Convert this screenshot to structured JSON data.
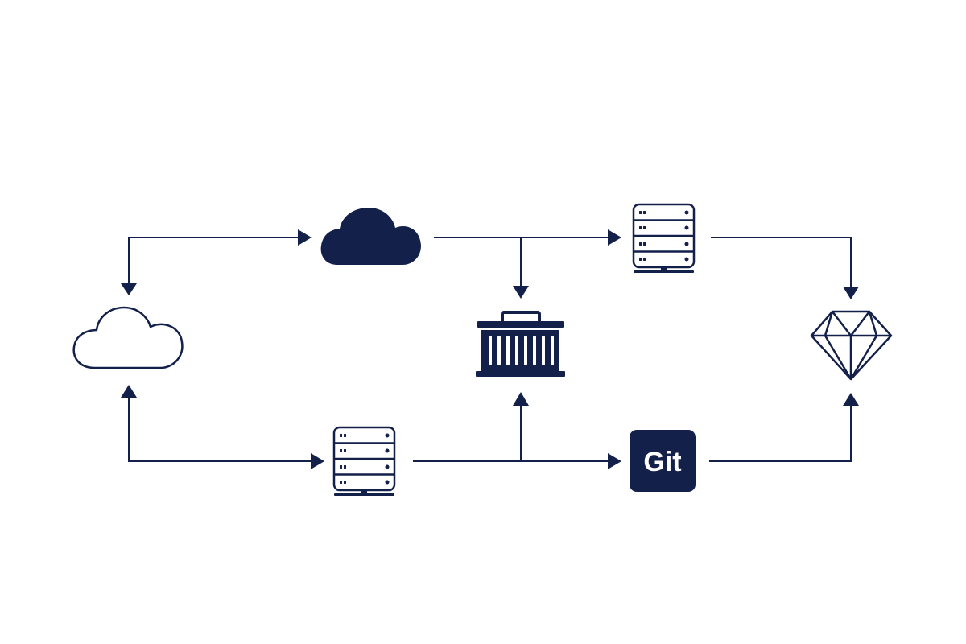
{
  "diagram": {
    "colors": {
      "primary": "#13204a",
      "background": "#ffffff"
    },
    "nodes": [
      {
        "id": "outline-cloud",
        "icon": "cloud-outline-icon"
      },
      {
        "id": "filled-cloud",
        "icon": "cloud-filled-icon"
      },
      {
        "id": "server-top",
        "icon": "server-rack-icon"
      },
      {
        "id": "server-bottom",
        "icon": "server-rack-icon"
      },
      {
        "id": "container",
        "icon": "container-basket-icon"
      },
      {
        "id": "git",
        "icon": "git-logo-icon",
        "label": "Git"
      },
      {
        "id": "gem",
        "icon": "diamond-gem-icon"
      }
    ],
    "edges": [
      {
        "from": "outline-cloud",
        "to": "filled-cloud"
      },
      {
        "from": "filled-cloud",
        "to": "outline-cloud"
      },
      {
        "from": "filled-cloud",
        "to": "server-top"
      },
      {
        "from": "filled-cloud",
        "to": "container"
      },
      {
        "from": "server-top",
        "to": "gem"
      },
      {
        "from": "server-bottom",
        "to": "outline-cloud"
      },
      {
        "from": "outline-cloud",
        "to": "server-bottom"
      },
      {
        "from": "server-bottom",
        "to": "container"
      },
      {
        "from": "server-bottom",
        "to": "git"
      },
      {
        "from": "git",
        "to": "gem"
      }
    ]
  }
}
